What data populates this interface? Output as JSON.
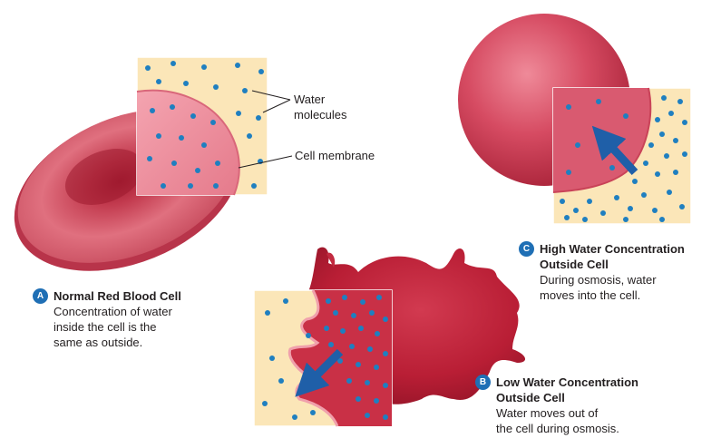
{
  "labels": {
    "water_molecules_line1": "Water",
    "water_molecules_line2": "molecules",
    "cell_membrane": "Cell membrane"
  },
  "captions": {
    "a": {
      "badge": "A",
      "title": "Normal Red Blood Cell",
      "desc_lines": [
        "Concentration of water",
        "inside the cell is the",
        "same as outside."
      ]
    },
    "b": {
      "badge": "B",
      "title_lines": [
        "Low Water Concentration",
        "Outside Cell"
      ],
      "desc_lines": [
        "Water moves out of",
        "the cell during osmosis."
      ]
    },
    "c": {
      "badge": "C",
      "title_lines": [
        "High Water Concentration",
        "Outside Cell"
      ],
      "desc_lines": [
        "During osmosis, water",
        "moves into the cell."
      ]
    }
  },
  "colors": {
    "cell_red": "#c8293f",
    "cell_light": "#e87a8a",
    "fluid_bg": "#fbe6b8",
    "molecule_blue": "#1f7fc0",
    "arrow_blue": "#1f5fa8",
    "badge_blue": "#1f6fb5"
  },
  "icons": {
    "arrow_b": "arrow-down-left",
    "arrow_c": "arrow-up-left"
  }
}
